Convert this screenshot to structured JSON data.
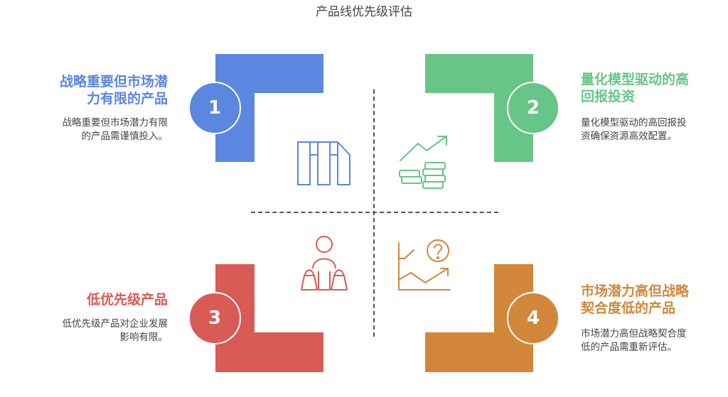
{
  "title": "产品线优先级评估",
  "colors": {
    "blue": "#5b87e0",
    "green": "#67c587",
    "red": "#d85b55",
    "orange": "#d2873a"
  },
  "quadrants": [
    {
      "number": "1",
      "heading_line1": "战略重要但市场潜",
      "heading_line2": "力有限的产品",
      "desc_line1": "战略重要但市场潜力有限",
      "desc_line2": "的产品需谨慎投入。",
      "color": "#5b87e0",
      "icon": "bar-columns-icon"
    },
    {
      "number": "2",
      "heading_line1": "量化模型驱动的高",
      "heading_line2": "回报投资",
      "desc_line1": "量化模型驱动的高回报投",
      "desc_line2": "资确保资源高效配置。",
      "color": "#67c587",
      "icon": "coins-growth-icon"
    },
    {
      "number": "3",
      "heading_line1": "低优先级产品",
      "heading_line2": "",
      "desc_line1": "低优先级产品对企业发展",
      "desc_line2": "影响有限。",
      "color": "#d85b55",
      "icon": "shopper-bags-icon"
    },
    {
      "number": "4",
      "heading_line1": "市场潜力高但战略",
      "heading_line2": "契合度低的产品",
      "desc_line1": "市场潜力高但战略契合度",
      "desc_line2": "低的产品需重新评估。",
      "color": "#d2873a",
      "icon": "chart-question-icon"
    }
  ]
}
